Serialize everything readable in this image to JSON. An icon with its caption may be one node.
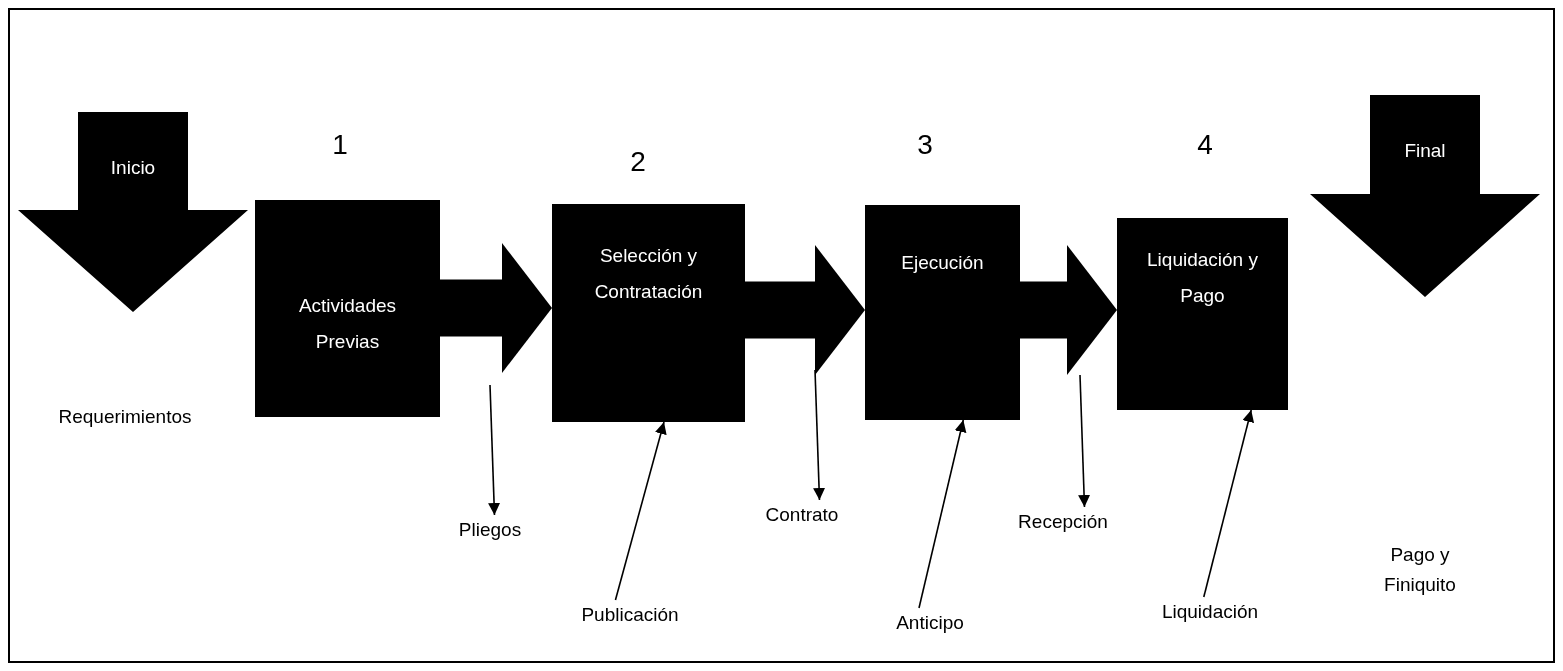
{
  "diagram": {
    "nodes": [
      {
        "text": [
          "Inicio"
        ]
      },
      {
        "text": [
          "Actividades Previas"
        ],
        "beside": [
          "1"
        ]
      },
      {
        "text": [
          "Selección y Contratación"
        ],
        "beside": [
          "2"
        ]
      },
      {
        "text": [
          "Ejecución"
        ],
        "beside": [
          "3"
        ]
      },
      {
        "text": [
          "Liquidación y Pago"
        ],
        "beside": [
          "4"
        ]
      },
      {
        "text": [
          "Final"
        ]
      },
      {
        "text": [
          "Pliegos"
        ]
      },
      {
        "text": [
          "Publicación"
        ]
      },
      {
        "text": [
          "Contrato"
        ]
      },
      {
        "text": [
          "Anticipo"
        ]
      },
      {
        "text": [
          "Recepción"
        ]
      },
      {
        "text": [
          "Liquidación"
        ]
      }
    ],
    "edges": [
      {
        "from": 1,
        "to": 2,
        "arrow": "to",
        "style": "thick"
      },
      {
        "from": 2,
        "to": 3,
        "arrow": "to",
        "style": "thick"
      },
      {
        "from": 3,
        "to": 4,
        "arrow": "to",
        "style": "thick"
      },
      {
        "from": null,
        "to": 6,
        "arrow": "to"
      },
      {
        "from": 7,
        "to": 2,
        "arrow": "to"
      },
      {
        "from": null,
        "to": 8,
        "arrow": "to"
      },
      {
        "from": 9,
        "to": 3,
        "arrow": "to"
      },
      {
        "from": null,
        "to": 10,
        "arrow": "to"
      },
      {
        "from": 11,
        "to": 4,
        "arrow": "to"
      }
    ],
    "labels": [
      "Requerimientos",
      "Pago y Finiquito"
    ]
  }
}
